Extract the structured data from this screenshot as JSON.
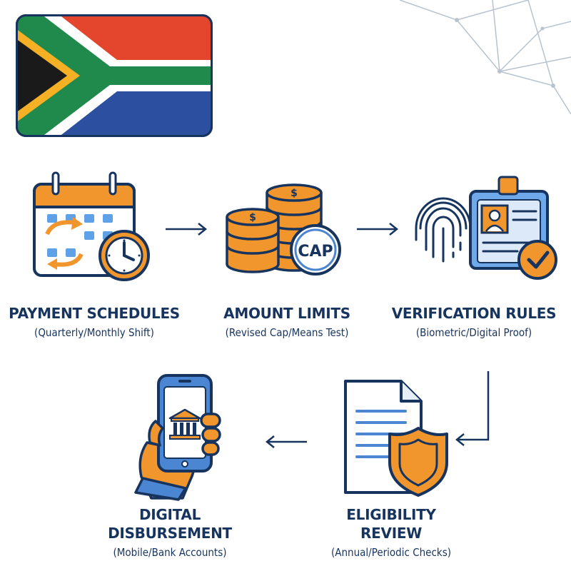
{
  "steps": [
    {
      "title": "PAYMENT SCHEDULES",
      "subtitle": "(Quarterly/Monthly Shift)"
    },
    {
      "title": "AMOUNT LIMITS",
      "subtitle": "(Revised Cap/Means Test)"
    },
    {
      "title": "VERIFICATION RULES",
      "subtitle": "(Biometric/Digital Proof)"
    },
    {
      "title": "ELIGIBILITY REVIEW",
      "title_line1": "ELIGIBILITY",
      "title_line2": "REVIEW",
      "subtitle": "(Annual/Periodic Checks)"
    },
    {
      "title": "DIGITAL DISBURSEMENT",
      "title_line1": "DIGITAL",
      "title_line2": "DISBURSEMENT",
      "subtitle": "(Mobile/Bank Accounts)"
    }
  ],
  "icons": {
    "flag": "south-africa-flag-icon",
    "step1": "calendar-clock-icon",
    "step2": "coin-stacks-icon",
    "step2_badge": "CAP",
    "step3": "fingerprint-id-badge-icon",
    "step4": "document-shield-icon",
    "step5": "phone-bank-icon"
  },
  "colors": {
    "navy": "#17345f",
    "orange": "#f0962d",
    "blue": "#4a86d1",
    "flag_red": "#e3452d",
    "flag_green": "#1f8a4c",
    "flag_blue": "#2d4fa0",
    "flag_gold": "#f5b025"
  }
}
